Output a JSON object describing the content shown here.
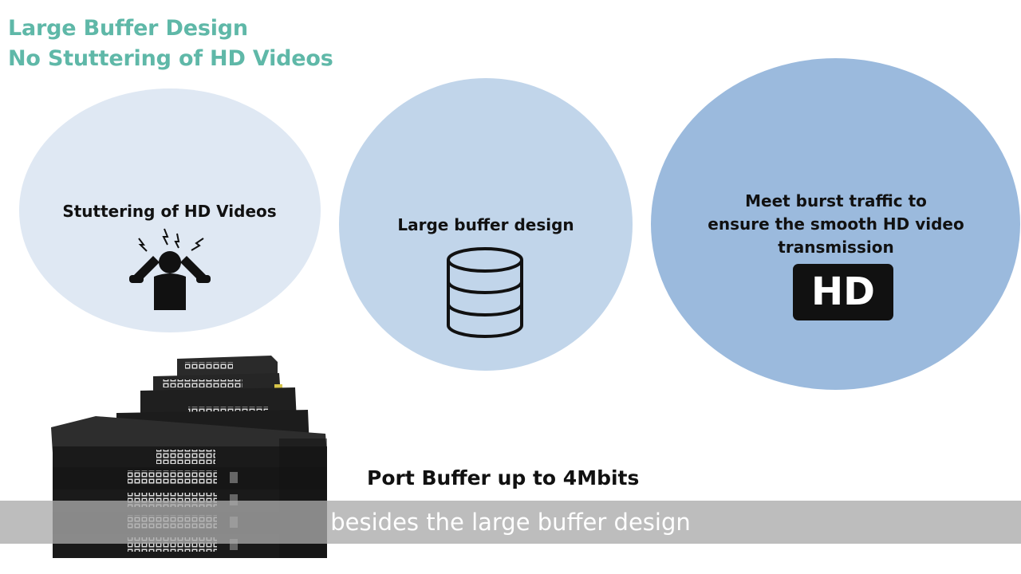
{
  "title": {
    "line1": "Large Buffer Design",
    "line2": "No Stuttering of HD Videos"
  },
  "circles": [
    {
      "label": "Stuttering of HD Videos",
      "icon": "stressed-person-icon"
    },
    {
      "label": "Large buffer design",
      "icon": "database-icon"
    },
    {
      "label_lines": [
        "Meet burst traffic to",
        "ensure the smooth HD video",
        "transmission"
      ],
      "icon": "hd-icon",
      "badge": "HD"
    }
  ],
  "product_image": "network-switch-stack-icon",
  "port_buffer": "Port Buffer up to 4Mbits",
  "subtitle": "besides the large buffer design",
  "colors": {
    "title": "#5fb8a8",
    "circle1": "#dfe8f3",
    "circle2": "#c1d5ea",
    "circle3": "#9bbadd",
    "subtitle_bar": "#aaaaaa"
  }
}
